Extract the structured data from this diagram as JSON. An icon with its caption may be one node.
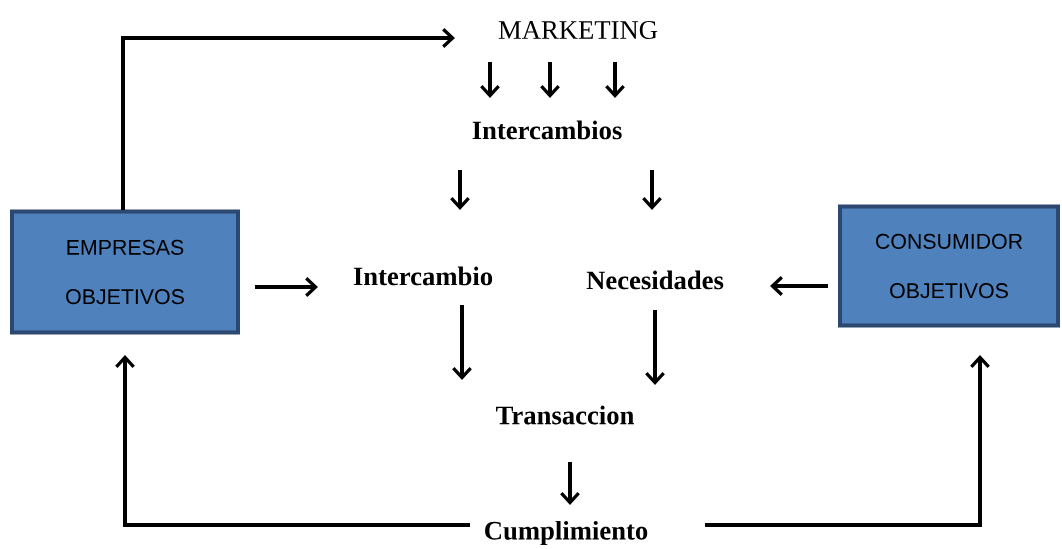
{
  "diagram": {
    "nodes": [
      {
        "text": [
          "MARKETING"
        ]
      },
      {
        "text": [
          "Intercambios"
        ]
      },
      {
        "text": [
          "EMPRESAS",
          "OBJETIVOS"
        ]
      },
      {
        "text": [
          "Intercambio"
        ]
      },
      {
        "text": [
          "Necesidades"
        ]
      },
      {
        "text": [
          "CONSUMIDOR",
          "OBJETIVOS"
        ]
      },
      {
        "text": [
          "Transaccion"
        ]
      },
      {
        "text": [
          "Cumplimiento"
        ]
      }
    ],
    "edges": [
      {
        "from": 2,
        "to": 0,
        "arrow": "to"
      },
      {
        "from": 0,
        "to": 1,
        "arrow": "to"
      },
      {
        "from": 0,
        "to": 1,
        "arrow": "to"
      },
      {
        "from": 0,
        "to": 1,
        "arrow": "to"
      },
      {
        "from": 1,
        "to": 3,
        "arrow": "to"
      },
      {
        "from": 1,
        "to": 4,
        "arrow": "to"
      },
      {
        "from": 2,
        "to": 3,
        "arrow": "to"
      },
      {
        "from": 5,
        "to": 4,
        "arrow": "to"
      },
      {
        "from": 3,
        "to": 6,
        "arrow": "to"
      },
      {
        "from": 4,
        "to": 6,
        "arrow": "to"
      },
      {
        "from": 6,
        "to": 7,
        "arrow": "to"
      },
      {
        "from": 7,
        "to": 2,
        "arrow": "to"
      },
      {
        "from": 7,
        "to": 5,
        "arrow": "to"
      }
    ]
  }
}
